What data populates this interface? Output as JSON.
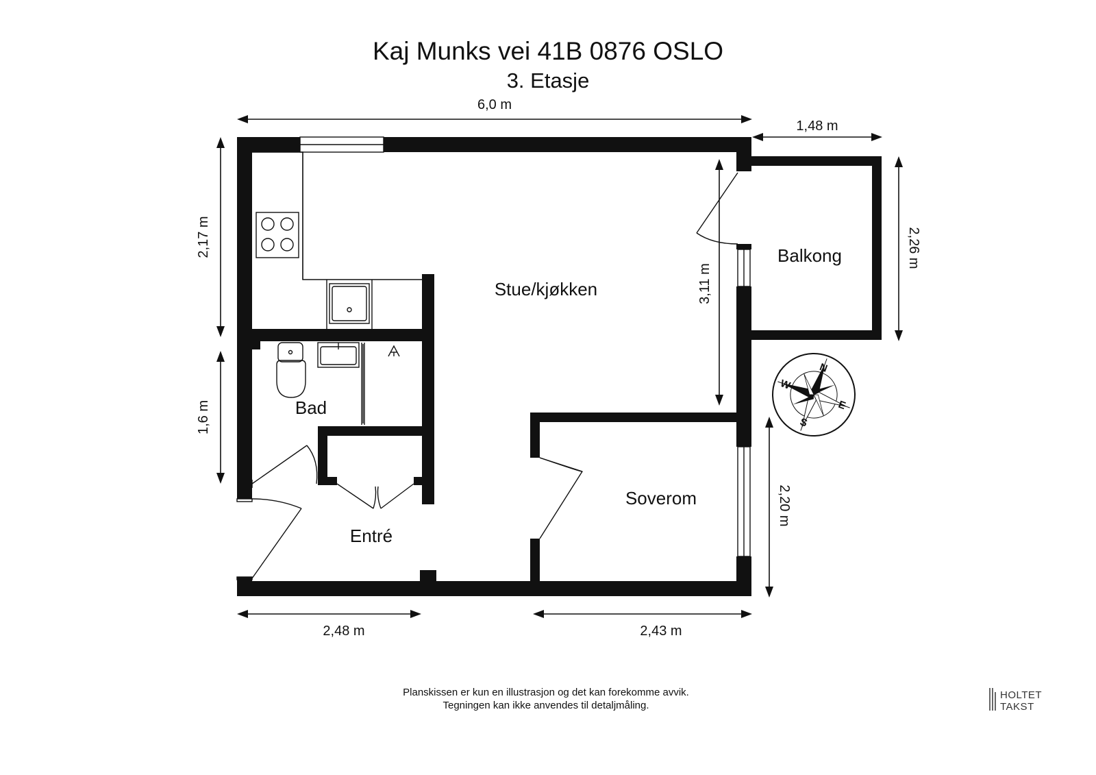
{
  "header": {
    "title": "Kaj Munks vei 41B 0876 OSLO",
    "floor": "3. Etasje"
  },
  "rooms": {
    "living_kitchen": "Stue/kjøkken",
    "balcony": "Balkong",
    "bathroom": "Bad",
    "entrance": "Entré",
    "bedroom": "Soverom"
  },
  "dimensions": {
    "top_width": "6,0 m",
    "balcony_width": "1,48 m",
    "left_upper": "2,17 m",
    "left_lower": "1,6 m",
    "living_height": "3,11 m",
    "balcony_height": "2,26 m",
    "bedroom_height": "2,20 m",
    "bottom_left": "2,48 m",
    "bottom_right": "2,43 m"
  },
  "compass": {
    "n": "N",
    "e": "E",
    "s": "S",
    "w": "W"
  },
  "footer": {
    "note_line1": "Planskissen er kun en illustrasjon og det kan forekomme avvik.",
    "note_line2": "Tegningen kan ikke anvendes til detaljmåling."
  },
  "logo": {
    "line1": "HOLTET",
    "line2": "TAKST"
  }
}
